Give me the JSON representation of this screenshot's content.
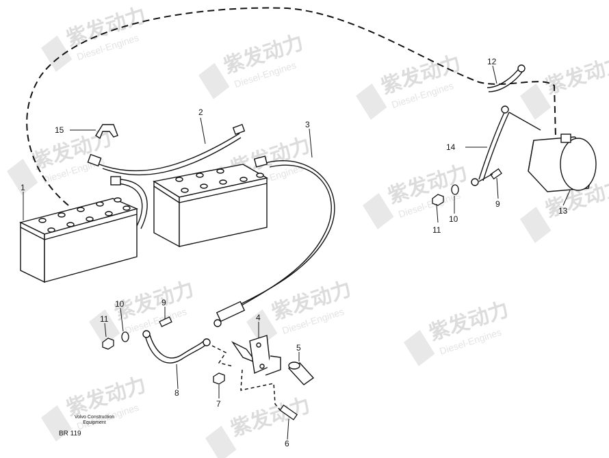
{
  "watermark": {
    "brand": "紫发动力",
    "sub": "Diesel-Engines"
  },
  "credit": {
    "line1": "Volvo Construction",
    "line2": "Equipment"
  },
  "figure_code": "BR 119",
  "callouts": {
    "c1": "1",
    "c2": "2",
    "c3": "3",
    "c4": "4",
    "c5": "5",
    "c6": "6",
    "c7": "7",
    "c8": "8",
    "c9a": "9",
    "c9b": "9",
    "c10a": "10",
    "c10b": "10",
    "c11a": "11",
    "c11b": "11",
    "c12": "12",
    "c13": "13",
    "c14": "14",
    "c15": "15"
  }
}
